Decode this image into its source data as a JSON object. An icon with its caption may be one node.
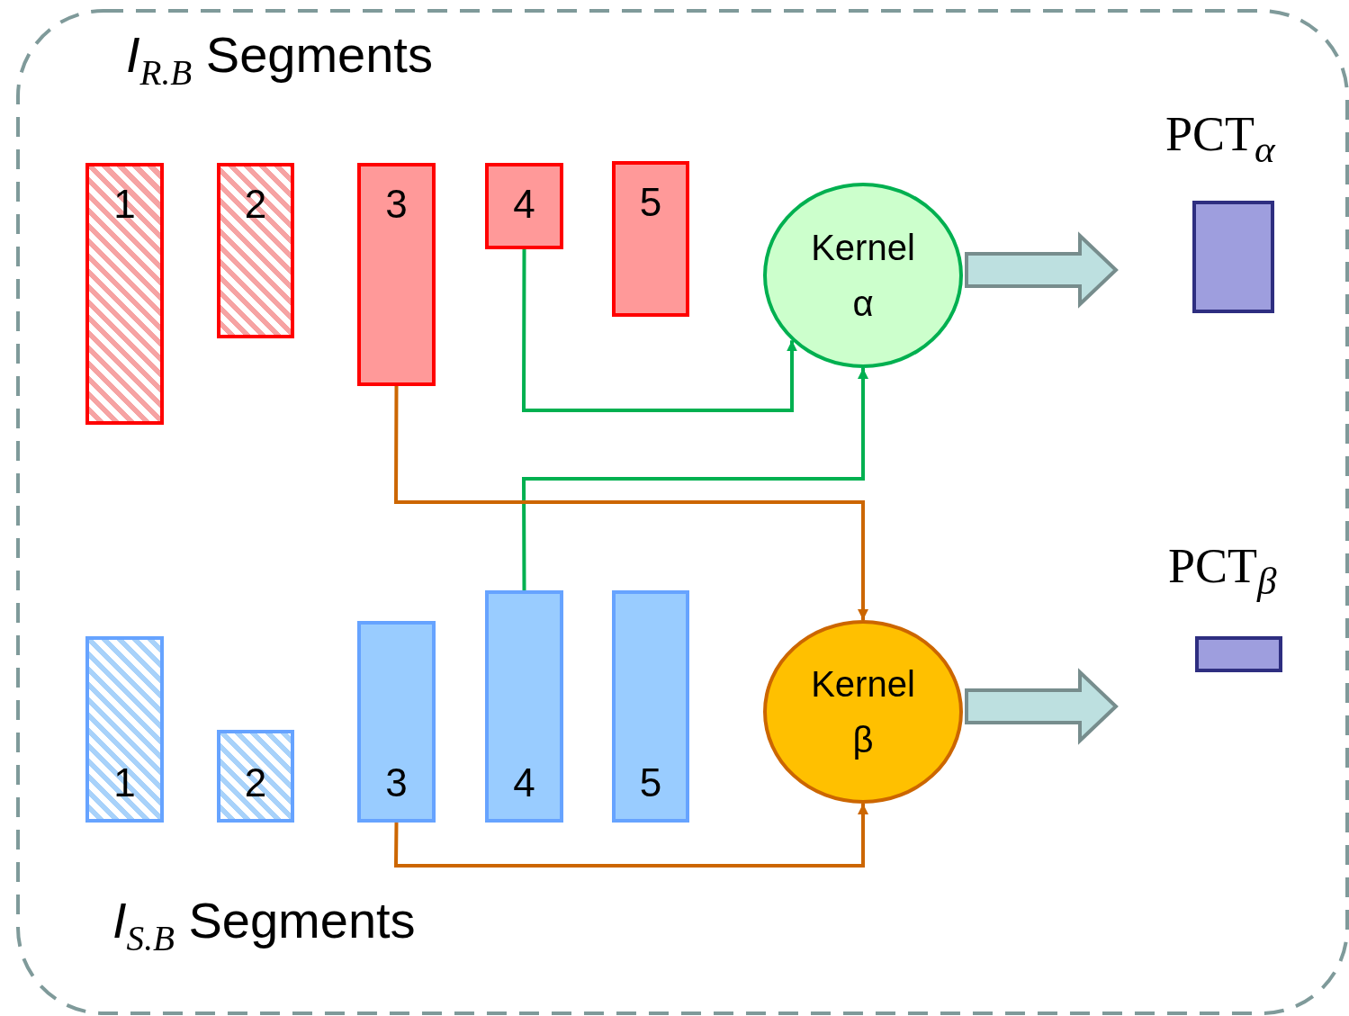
{
  "diagram": {
    "nodes": [
      {
        "text": [
          "1"
        ]
      },
      {
        "text": [
          "2"
        ]
      },
      {
        "text": [
          "3"
        ]
      },
      {
        "text": [
          "4"
        ]
      },
      {
        "text": [
          "5"
        ]
      },
      {
        "text": [
          "Kernel α"
        ]
      },
      {
        "text": [
          "PCT$_{α}$"
        ]
      },
      {
        "text": [
          "1"
        ]
      },
      {
        "text": [
          "2"
        ]
      },
      {
        "text": [
          "3"
        ]
      },
      {
        "text": [
          "4"
        ]
      },
      {
        "text": [
          "5"
        ]
      },
      {
        "text": [
          "Kernel β"
        ]
      },
      {
        "text": [
          "PCT$_{β}$"
        ]
      }
    ],
    "edges": [
      {
        "from": 3,
        "to": 5,
        "arrow": "to",
        "color": "#00b050"
      },
      {
        "from": 10,
        "to": 5,
        "arrow": "to",
        "color": "#00b050"
      },
      {
        "from": 2,
        "to": 12,
        "arrow": "to",
        "color": "#cc6600"
      },
      {
        "from": 9,
        "to": 12,
        "arrow": "to",
        "color": "#cc6600"
      },
      {
        "from": 5,
        "to": 6,
        "arrow": "to",
        "style": "thick",
        "color": "#bde0e0"
      },
      {
        "from": 12,
        "to": 13,
        "arrow": "to",
        "style": "thick",
        "color": "#bde0e0"
      }
    ],
    "labels": [
      "*I*$_{R.B}$ Segments",
      "*I*$_{S.B}$ Segments"
    ]
  }
}
